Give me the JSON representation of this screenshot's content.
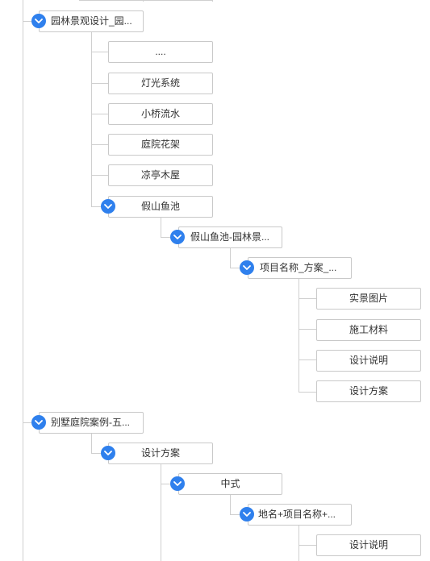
{
  "tree": {
    "group1": {
      "root": "园林景观设计_园...",
      "children": [
        {
          "label": "...."
        },
        {
          "label": "灯光系统"
        },
        {
          "label": "小桥流水"
        },
        {
          "label": "庭院花架"
        },
        {
          "label": "凉亭木屋"
        },
        {
          "label": "假山鱼池"
        }
      ],
      "level2": "假山鱼池-园林景...",
      "level3": "项目名称_方案_...",
      "level3_children": [
        {
          "label": "实景图片"
        },
        {
          "label": "施工材料"
        },
        {
          "label": "设计说明"
        },
        {
          "label": "设计方案"
        }
      ]
    },
    "group2": {
      "root": "别墅庭院案例-五...",
      "level1": "设计方案",
      "level2": "中式",
      "level3": "地名+项目名称+...",
      "level3_children": [
        {
          "label": "设计说明"
        }
      ]
    }
  },
  "colors": {
    "accent": "#2f80ed",
    "connector": "#cfcfcf",
    "node_border": "#c9c9c9",
    "text": "#333333"
  },
  "icons": {
    "toggle": "chevron-down-icon"
  }
}
